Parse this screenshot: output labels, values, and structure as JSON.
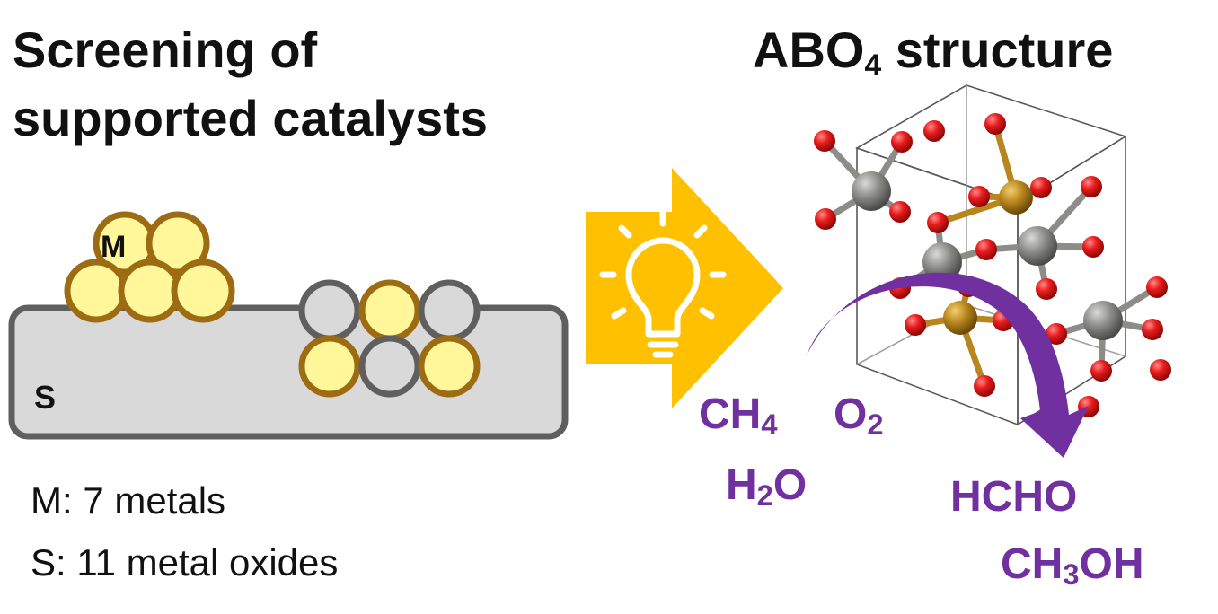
{
  "left": {
    "title_line1": "Screening of",
    "title_line2": "supported catalysts",
    "metal_label": "M",
    "support_label": "S",
    "note_metals": "M: 7 metals",
    "note_supports": "S: 11 metal oxides"
  },
  "right": {
    "title_prefix": "ABO",
    "title_sub": "4",
    "title_suffix": " structure",
    "reactant_ch4_base": "CH",
    "reactant_ch4_sub": "4",
    "reactant_o2_base": "O",
    "reactant_o2_sub": "2",
    "reactant_h2o_pre": "H",
    "reactant_h2o_sub": "2",
    "reactant_h2o_post": "O",
    "product_hcho": "HCHO",
    "product_ch3oh_pre": "CH",
    "product_ch3oh_sub": "3",
    "product_ch3oh_post": "OH"
  },
  "colors": {
    "metal_fill": "#FFF799",
    "metal_stroke": "#9C6B12",
    "support_fill": "#D9D9D9",
    "support_stroke": "#5F5F5F",
    "arrow_fill": "#FFC000",
    "bulb_stroke": "#ffffff",
    "oxygen": "#E81C1C",
    "atom_A": "#B8861E",
    "atom_B": "#8C8C88",
    "reaction_purple": "#7030A0"
  },
  "icons": [
    "lightbulb-icon",
    "curved-arrow-icon"
  ]
}
